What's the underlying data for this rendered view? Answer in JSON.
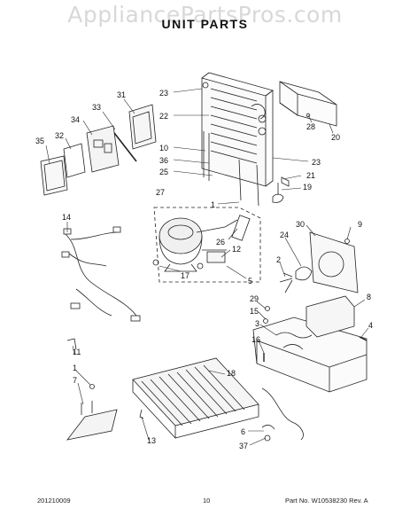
{
  "header": {
    "watermark": "AppliancePartsPros.com",
    "title": "UNIT PARTS"
  },
  "footer": {
    "doc_code": "201210009",
    "page_number": "10",
    "part_number": "Part No. W10538230  Rev. A"
  },
  "callouts": [
    {
      "id": "c23a",
      "label": "23"
    },
    {
      "id": "c22",
      "label": "22"
    },
    {
      "id": "c10",
      "label": "10"
    },
    {
      "id": "c36",
      "label": "36"
    },
    {
      "id": "c25",
      "label": "25"
    },
    {
      "id": "c31",
      "label": "31"
    },
    {
      "id": "c33",
      "label": "33"
    },
    {
      "id": "c34",
      "label": "34"
    },
    {
      "id": "c32",
      "label": "32"
    },
    {
      "id": "c35",
      "label": "35"
    },
    {
      "id": "c28",
      "label": "28"
    },
    {
      "id": "c20",
      "label": "20"
    },
    {
      "id": "c23b",
      "label": "23"
    },
    {
      "id": "c21",
      "label": "21"
    },
    {
      "id": "c19",
      "label": "19"
    },
    {
      "id": "c27",
      "label": "27"
    },
    {
      "id": "c1a",
      "label": "1"
    },
    {
      "id": "c14",
      "label": "14"
    },
    {
      "id": "c26",
      "label": "26"
    },
    {
      "id": "c12",
      "label": "12"
    },
    {
      "id": "c17",
      "label": "17"
    },
    {
      "id": "c5",
      "label": "5"
    },
    {
      "id": "c30",
      "label": "30"
    },
    {
      "id": "c9",
      "label": "9"
    },
    {
      "id": "c24",
      "label": "24"
    },
    {
      "id": "c2",
      "label": "2"
    },
    {
      "id": "c29",
      "label": "29"
    },
    {
      "id": "c15",
      "label": "15"
    },
    {
      "id": "c3",
      "label": "3"
    },
    {
      "id": "c8",
      "label": "8"
    },
    {
      "id": "c4",
      "label": "4"
    },
    {
      "id": "c16",
      "label": "16"
    },
    {
      "id": "c11",
      "label": "11"
    },
    {
      "id": "c1b",
      "label": "1"
    },
    {
      "id": "c7",
      "label": "7"
    },
    {
      "id": "c18",
      "label": "18"
    },
    {
      "id": "c13",
      "label": "13"
    },
    {
      "id": "c6",
      "label": "6"
    },
    {
      "id": "c37",
      "label": "37"
    }
  ]
}
